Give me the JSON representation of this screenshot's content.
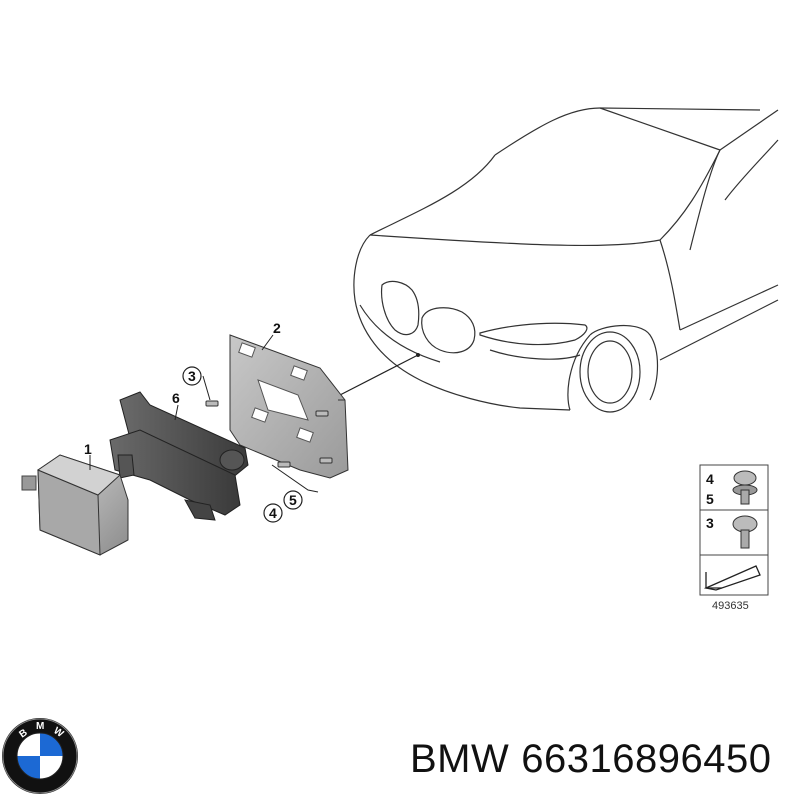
{
  "callouts": {
    "p1": "1",
    "p2": "2",
    "p3": "3",
    "p4": "4",
    "p5": "5",
    "p6": "6"
  },
  "legend": {
    "row_top_a": "4",
    "row_top_b": "5",
    "row_mid": "3",
    "ref_number": "493635"
  },
  "logo": {
    "letters": [
      "B",
      "M",
      "W"
    ],
    "colors": {
      "blue": "#1c69d4",
      "white": "#ffffff",
      "ring": "#111111"
    }
  },
  "caption": {
    "brand": "BMW",
    "part_number": "66316896450"
  }
}
